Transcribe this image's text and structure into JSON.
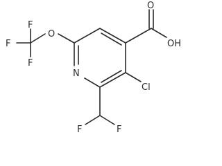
{
  "atoms": {
    "o_ether": "O",
    "f_cf3_top": "F",
    "f_cf3_left": "F",
    "f_cf3_bottom": "F",
    "n_ring": "N",
    "cl": "Cl",
    "f_chf2_left": "F",
    "f_chf2_right": "F",
    "o_carbonyl": "O",
    "oh": "OH"
  }
}
